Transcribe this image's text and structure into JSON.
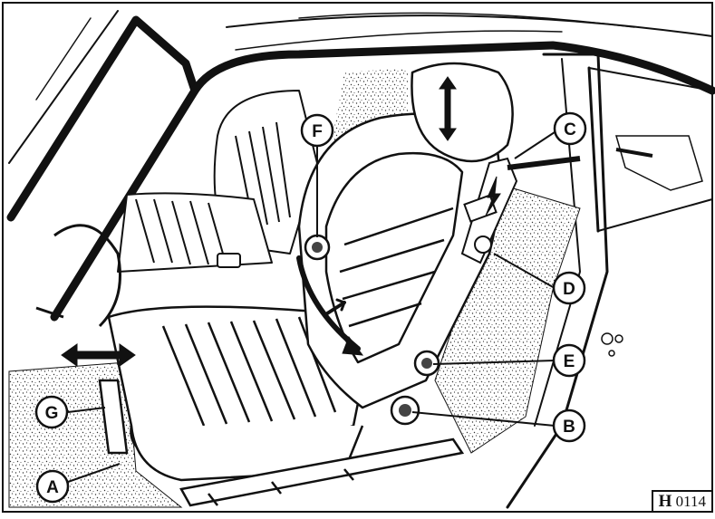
{
  "figure": {
    "reference_code_prefix": "H",
    "reference_code_number": "0114"
  },
  "callouts": [
    {
      "key": "A",
      "label": "A"
    },
    {
      "key": "B",
      "label": "B"
    },
    {
      "key": "C",
      "label": "C"
    },
    {
      "key": "D",
      "label": "D"
    },
    {
      "key": "E",
      "label": "E"
    },
    {
      "key": "F",
      "label": "F"
    },
    {
      "key": "G",
      "label": "G"
    }
  ]
}
